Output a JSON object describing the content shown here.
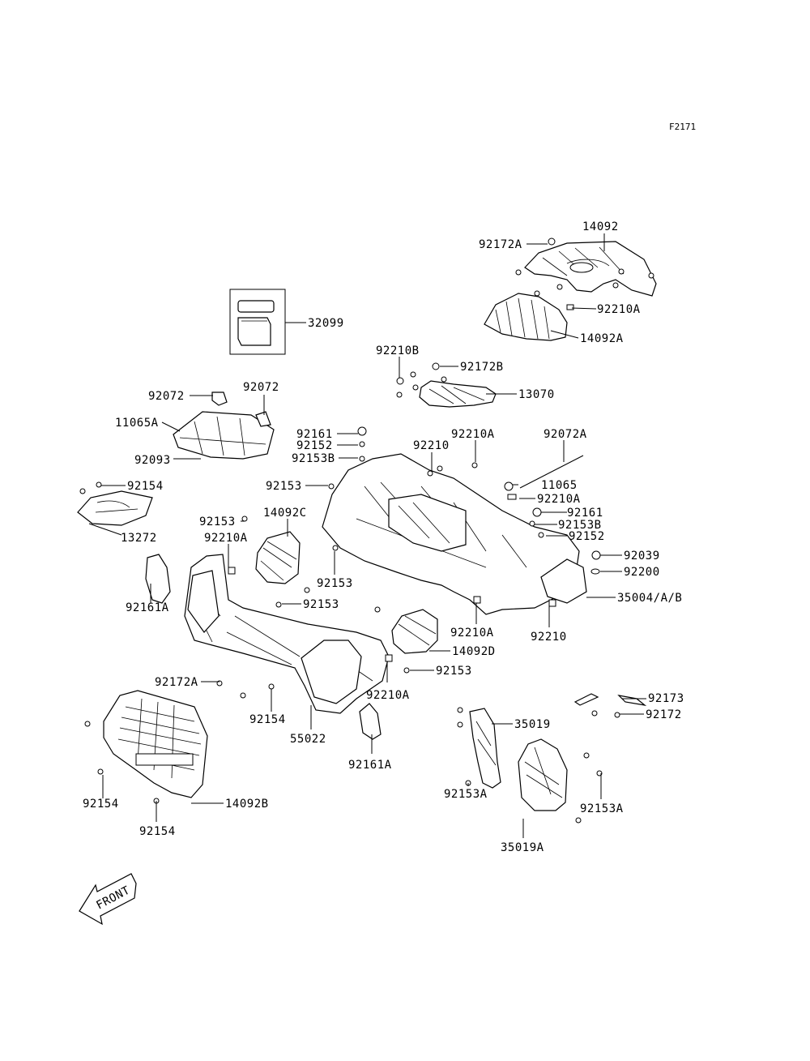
{
  "figure_code": "F2171",
  "front_arrow": "FRONT",
  "labels": [
    {
      "id": "l-14092",
      "text": "14092"
    },
    {
      "id": "l-92172a-top",
      "text": "92172A"
    },
    {
      "id": "l-92210a-top",
      "text": "92210A"
    },
    {
      "id": "l-14092a",
      "text": "14092A"
    },
    {
      "id": "l-32099",
      "text": "32099"
    },
    {
      "id": "l-92210b",
      "text": "92210B"
    },
    {
      "id": "l-92172b",
      "text": "92172B"
    },
    {
      "id": "l-13070",
      "text": "13070"
    },
    {
      "id": "l-92072-a",
      "text": "92072"
    },
    {
      "id": "l-92072-b",
      "text": "92072"
    },
    {
      "id": "l-11065a",
      "text": "11065A"
    },
    {
      "id": "l-92093",
      "text": "92093"
    },
    {
      "id": "l-92161",
      "text": "92161"
    },
    {
      "id": "l-92152",
      "text": "92152"
    },
    {
      "id": "l-92153b",
      "text": "92153B"
    },
    {
      "id": "l-92210-top",
      "text": "92210"
    },
    {
      "id": "l-92210a-mid",
      "text": "92210A"
    },
    {
      "id": "l-92072a",
      "text": "92072A"
    },
    {
      "id": "l-92154-top",
      "text": "92154"
    },
    {
      "id": "l-92153-1",
      "text": "92153"
    },
    {
      "id": "l-11065",
      "text": "11065"
    },
    {
      "id": "l-92210a-r",
      "text": "92210A"
    },
    {
      "id": "l-13272",
      "text": "13272"
    },
    {
      "id": "l-92153-2",
      "text": "92153"
    },
    {
      "id": "l-14092c",
      "text": "14092C"
    },
    {
      "id": "l-92161-r",
      "text": "92161"
    },
    {
      "id": "l-92153b-r",
      "text": "92153B"
    },
    {
      "id": "l-92152-r",
      "text": "92152"
    },
    {
      "id": "l-92210a-l",
      "text": "92210A"
    },
    {
      "id": "l-92039",
      "text": "92039"
    },
    {
      "id": "l-92200",
      "text": "92200"
    },
    {
      "id": "l-92161a-l",
      "text": "92161A"
    },
    {
      "id": "l-92153-3",
      "text": "92153"
    },
    {
      "id": "l-92153-4",
      "text": "92153"
    },
    {
      "id": "l-35004",
      "text": "35004/A/B"
    },
    {
      "id": "l-92210a-low",
      "text": "92210A"
    },
    {
      "id": "l-92210-low",
      "text": "92210"
    },
    {
      "id": "l-14092d",
      "text": "14092D"
    },
    {
      "id": "l-92153-5",
      "text": "92153"
    },
    {
      "id": "l-92172a-low",
      "text": "92172A"
    },
    {
      "id": "l-92210a-bot",
      "text": "92210A"
    },
    {
      "id": "l-92173",
      "text": "92173"
    },
    {
      "id": "l-92172",
      "text": "92172"
    },
    {
      "id": "l-92154-mid",
      "text": "92154"
    },
    {
      "id": "l-55022",
      "text": "55022"
    },
    {
      "id": "l-35019",
      "text": "35019"
    },
    {
      "id": "l-92161a-b",
      "text": "92161A"
    },
    {
      "id": "l-92154-l",
      "text": "92154"
    },
    {
      "id": "l-14092b",
      "text": "14092B"
    },
    {
      "id": "l-92153a-l",
      "text": "92153A"
    },
    {
      "id": "l-92153a-r",
      "text": "92153A"
    },
    {
      "id": "l-92154-b",
      "text": "92154"
    },
    {
      "id": "l-35019a",
      "text": "35019A"
    }
  ]
}
